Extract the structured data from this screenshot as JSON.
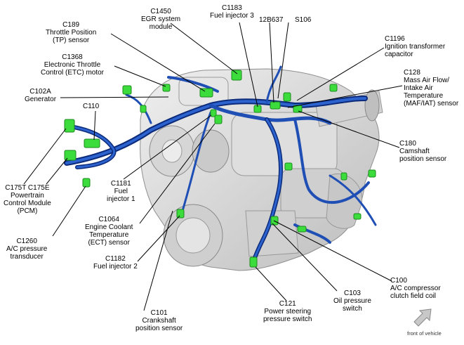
{
  "labels": {
    "c1450": [
      "C1450",
      "EGR system",
      "module"
    ],
    "c1183": [
      "C1183",
      "Fuel injector 3"
    ],
    "c12b637": [
      "12B637"
    ],
    "s106": [
      "S106"
    ],
    "c189": [
      "C189",
      "Throttle Position",
      "(TP) sensor"
    ],
    "c1196": [
      "C1196",
      "Ignition transformer",
      "capacitor"
    ],
    "c1368": [
      "C1368",
      "Electronic Throttle",
      "Control (ETC) motor"
    ],
    "c128": [
      "C128",
      "Mass Air Flow/",
      "Intake Air",
      "Temperature",
      "(MAF/IAT) sensor"
    ],
    "c102a": [
      "C102A",
      "Generator"
    ],
    "c110": [
      "C110"
    ],
    "c180": [
      "C180",
      "Camshaft",
      "position sensor"
    ],
    "c175": [
      "C175T  C175E",
      "Powertrain",
      "Control Module",
      "(PCM)"
    ],
    "c1181": [
      "C1181",
      "Fuel",
      "injector 1"
    ],
    "c1064": [
      "C1064",
      "Engine Coolant",
      "Temperature",
      "(ECT) sensor"
    ],
    "c1260": [
      "C1260",
      "A/C pressure",
      "transducer"
    ],
    "c1182": [
      "C1182",
      "Fuel injector 2"
    ],
    "c100": [
      "C100",
      "A/C compressor",
      "clutch field coil"
    ],
    "c101": [
      "C101",
      "Crankshaft",
      "position sensor"
    ],
    "c121": [
      "C121",
      "Power steering",
      "pressure switch"
    ],
    "c103": [
      "C103",
      "Oil pressure",
      "switch"
    ]
  },
  "front_note": "front of vehicle",
  "colors": {
    "connector": "#3ddc3d",
    "harness": "#1f4fb5",
    "harness_dark": "#0b2a7a",
    "engine": "#d8d8d8",
    "engine_shade": "#a9a9a9"
  }
}
